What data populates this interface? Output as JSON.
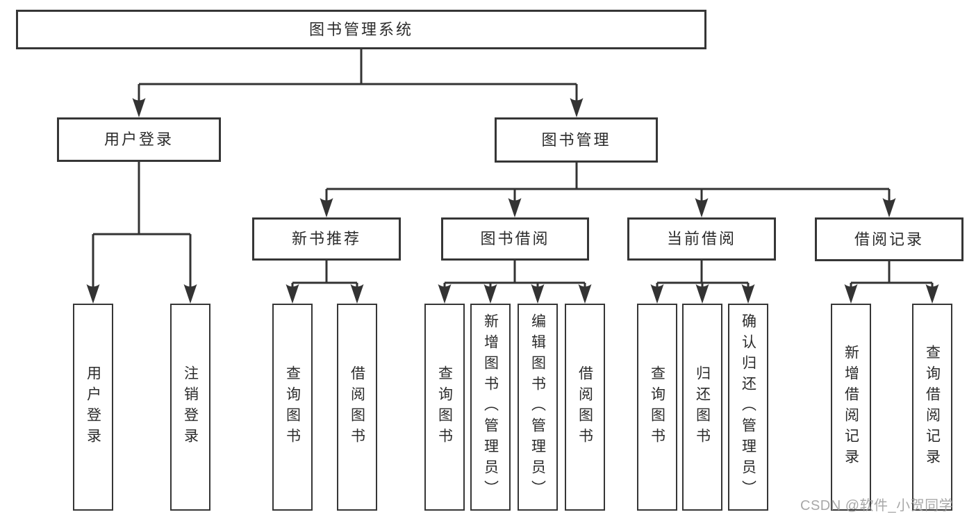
{
  "watermark": "CSDN @软件_小贺同学",
  "colors": {
    "line": "#333333",
    "border": "#363636",
    "text": "#2b2b2b",
    "watermark": "#9e9e9e",
    "background": "#ffffff"
  },
  "tree": {
    "label": "图书管理系统",
    "children": [
      {
        "label": "用户登录",
        "children": [
          {
            "label": "用户登录"
          },
          {
            "label": "注销登录"
          }
        ]
      },
      {
        "label": "图书管理",
        "children": [
          {
            "label": "新书推荐",
            "children": [
              {
                "label": "查询图书"
              },
              {
                "label": "借阅图书"
              }
            ]
          },
          {
            "label": "图书借阅",
            "children": [
              {
                "label": "查询图书"
              },
              {
                "label": "新增图书（管理员）"
              },
              {
                "label": "编辑图书（管理员）"
              },
              {
                "label": "借阅图书"
              }
            ]
          },
          {
            "label": "当前借阅",
            "children": [
              {
                "label": "查询图书"
              },
              {
                "label": "归还图书"
              },
              {
                "label": "确认归还（管理员）"
              }
            ]
          },
          {
            "label": "借阅记录",
            "children": [
              {
                "label": "新增借阅记录"
              },
              {
                "label": "查询借阅记录"
              }
            ]
          }
        ]
      }
    ]
  }
}
